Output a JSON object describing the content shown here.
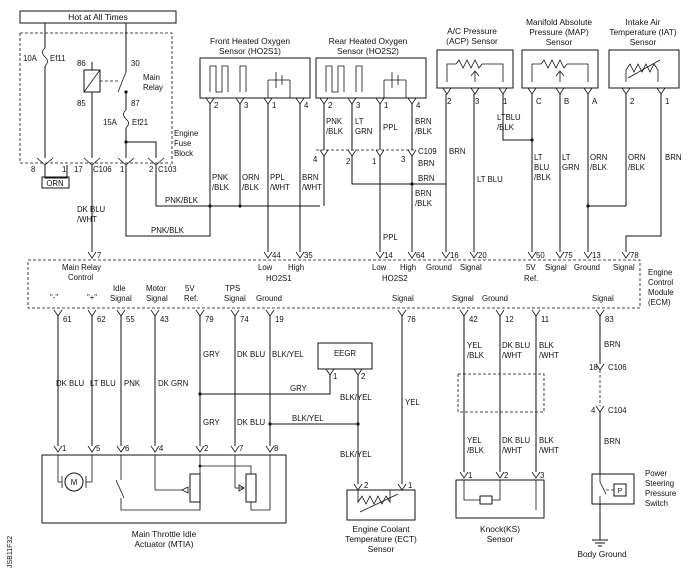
{
  "top": {
    "hot_at_all_times": "Hot at All Times"
  },
  "fuse_block": {
    "ef11_amp": "10A",
    "ef11": "Ef11",
    "ef21_amp": "15A",
    "ef21": "Ef21",
    "relay_86": "86",
    "relay_30": "30",
    "relay_85": "85",
    "relay_87": "87",
    "main_relay": [
      "Main",
      "Relay"
    ],
    "label": [
      "Engine",
      "Fuse",
      "Block"
    ],
    "pin_8": "8",
    "pin_1a": "1",
    "pin_17": "17",
    "pin_1b": "1",
    "pin_2": "2",
    "c106": "C106",
    "c103": "C103",
    "orn": "ORN"
  },
  "sensors": {
    "ho2s1": {
      "title": [
        "Front Heated Oxygen",
        "Sensor (HO2S1)"
      ],
      "pins": [
        "2",
        "3",
        "1",
        "4"
      ]
    },
    "ho2s2": {
      "title": [
        "Rear Heated Oxygen",
        "Sensor (HO2S2)"
      ],
      "pins": [
        "2",
        "3",
        "1",
        "4"
      ]
    },
    "acp": {
      "title": [
        "A/C Pressure",
        "(ACP) Sensor"
      ],
      "pins": [
        "2",
        "3",
        "1"
      ]
    },
    "map": {
      "title": [
        "Manifold Absolute",
        "Pressure (MAP)",
        "Sensor"
      ],
      "pins": [
        "C",
        "B",
        "A"
      ]
    },
    "iat": {
      "title": [
        "Intake Air",
        "Temperature (IAT)",
        "Sensor"
      ],
      "pins": [
        "2",
        "1"
      ]
    }
  },
  "wires": {
    "pnk_blk_1": [
      "PNK",
      "/BLK"
    ],
    "orn_blk_1": [
      "ORN",
      "/BLK"
    ],
    "ppl_wht": [
      "PPL",
      "/WHT"
    ],
    "brn_wht": [
      "BRN",
      "/WHT"
    ],
    "pnk_blk_2": [
      "PNK",
      "/BLK"
    ],
    "lt_grn_1": [
      "LT",
      "GRN"
    ],
    "ppl_1": "PPL",
    "brn_blk_1": [
      "BRN",
      "/BLK"
    ],
    "brn_1": "BRN",
    "brn_2": "BRN",
    "brn_blk_2": [
      "BRN",
      "/BLK"
    ],
    "lt_blu_1": "LT BLU",
    "ltblu_blk": [
      "LTBLU",
      "/BLK"
    ],
    "lt_blu_blk": [
      "LT",
      "BLU",
      "/BLK"
    ],
    "lt_grn_2": [
      "LT",
      "GRN"
    ],
    "orn_blk_2": [
      "ORN",
      "/BLK"
    ],
    "orn_blk_3": [
      "ORN",
      "/BLK"
    ],
    "brn_3": "BRN",
    "pnk_blk_h1": "PNK/BLK",
    "pnk_blk_h2": "PNK/BLK",
    "dk_blu_wht": [
      "DK BLU",
      "/WHT"
    ],
    "ppl_2": "PPL",
    "c109": "C109",
    "c109_pins": [
      "4",
      "2",
      "1",
      "3"
    ],
    "dk_blu_a": "DK BLU",
    "lt_blu_2": "LT BLU",
    "pnk_2": "PNK",
    "dk_grn": "DK GRN",
    "gry_1": "GRY",
    "dk_blu_b": "DK BLU",
    "blk_yel_1": "BLK/YEL",
    "gry_2": "GRY",
    "gry_3": "GRY",
    "dk_blu_c": "DK BLU",
    "blk_yel_2": "BLK/YEL",
    "blk_yel_3": "BLK/YEL",
    "blk_yel_4": "BLK/YEL",
    "yel": "YEL",
    "yel_blk_1": [
      "YEL",
      "/BLK"
    ],
    "dk_blu_wht_2": [
      "DK BLU",
      "/WHT"
    ],
    "blk_wht_1": [
      "BLK",
      "/WHT"
    ],
    "yel_blk_2": [
      "YEL",
      "/BLK"
    ],
    "dk_blu_wht_3": [
      "DK BLU",
      "/WHT"
    ],
    "blk_wht_2": [
      "BLK",
      "/WHT"
    ],
    "brn_4": "BRN",
    "brn_5": "BRN"
  },
  "ecm": {
    "label": [
      "Engine",
      "Control",
      "Module",
      "(ECM)"
    ],
    "top_pins": [
      "7",
      "44",
      "35",
      "14",
      "64",
      "16",
      "20",
      "50",
      "75",
      "13",
      "78"
    ],
    "main_relay_control": [
      "Main Relay",
      "Control"
    ],
    "low_1": "Low",
    "high_1": "High",
    "ho2s1": "HO2S1",
    "low_2": "Low",
    "high_2": "High",
    "ho2s2": "HO2S2",
    "ground_1": "Ground",
    "signal_1": "Signal",
    "v5_ref": [
      "5V",
      "Ref."
    ],
    "signal_2": "Signal",
    "ground_2": "Ground",
    "signal_3": "Signal",
    "bottom_labels": {
      "minus": "\"-\"",
      "plus": "\"+\"",
      "idle": [
        "Idle",
        "Signal"
      ],
      "motor": [
        "Motor",
        "Signal"
      ],
      "v5": [
        "5V",
        "Ref."
      ],
      "tps": [
        "TPS",
        "Signal"
      ],
      "ground": "Ground",
      "signal_ect": "Signal",
      "signal_ks": "Signal",
      "ground_ks": "Ground",
      "signal_ps": "Signal"
    },
    "bottom_pins": [
      "61",
      "62",
      "55",
      "43",
      "79",
      "74",
      "19",
      "76",
      "42",
      "12",
      "11",
      "83"
    ]
  },
  "components": {
    "eegr": "EEGR",
    "eegr_pins": [
      "1",
      "2"
    ],
    "mtia": {
      "title": [
        "Main Throttle Idle",
        "Actuator (MTIA)"
      ],
      "pins": [
        "1",
        "5",
        "6",
        "4",
        "2",
        "7",
        "8"
      ],
      "motor": "M"
    },
    "ect": {
      "title": [
        "Engine Coolant",
        "Temperature (ECT)",
        "Sensor"
      ],
      "pins": [
        "2",
        "1"
      ]
    },
    "ks": {
      "title": [
        "Knock(KS)",
        "Sensor"
      ],
      "pins": [
        "1",
        "2",
        "3"
      ]
    },
    "c106": "C106",
    "c106_pin": "18",
    "c104": "C104",
    "c104_pin": "4",
    "ps": {
      "title": [
        "Power",
        "Steering",
        "Pressure",
        "Switch"
      ],
      "p": "P"
    },
    "body_ground": "Body Ground"
  },
  "side_code": "JSB11F32"
}
